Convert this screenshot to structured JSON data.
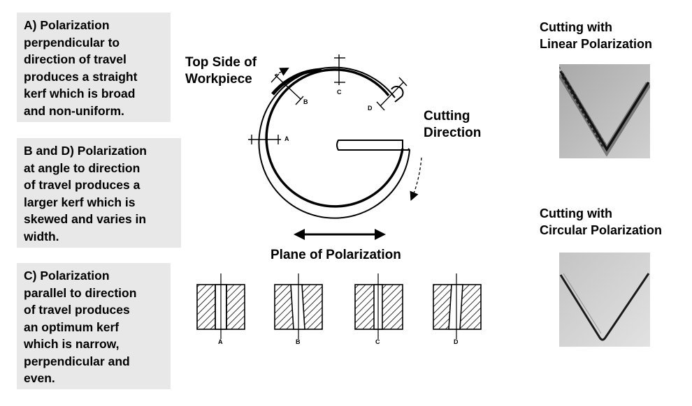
{
  "notes": {
    "a": "A) Polarization\nperpendicular to\ndirection of travel\nproduces a straight\nkerf which is broad\nand non-uniform.",
    "bd": "B and D) Polarization\nat angle to direction\nof travel produces a\nlarger kerf which is\nskewed and varies in\nwidth.",
    "c": "C) Polarization\nparallel to direction\nof travel produces\nan optimum kerf\nwhich is narrow,\nperpendicular and\neven."
  },
  "diagram": {
    "top_side_label": "Top Side of\nWorkpiece",
    "cutting_direction_label": "Cutting\nDirection",
    "plane_label": "Plane of Polarization",
    "markers": [
      "A",
      "B",
      "C",
      "D"
    ],
    "section_labels": [
      "A",
      "B",
      "C",
      "D"
    ]
  },
  "photos": {
    "linear_label": "Cutting with\nLinear Polarization",
    "circular_label": "Cutting with\nCircular Polarization"
  },
  "colors": {
    "note_background": "#e8e8e8",
    "photo_background": "#bdbdbd"
  }
}
